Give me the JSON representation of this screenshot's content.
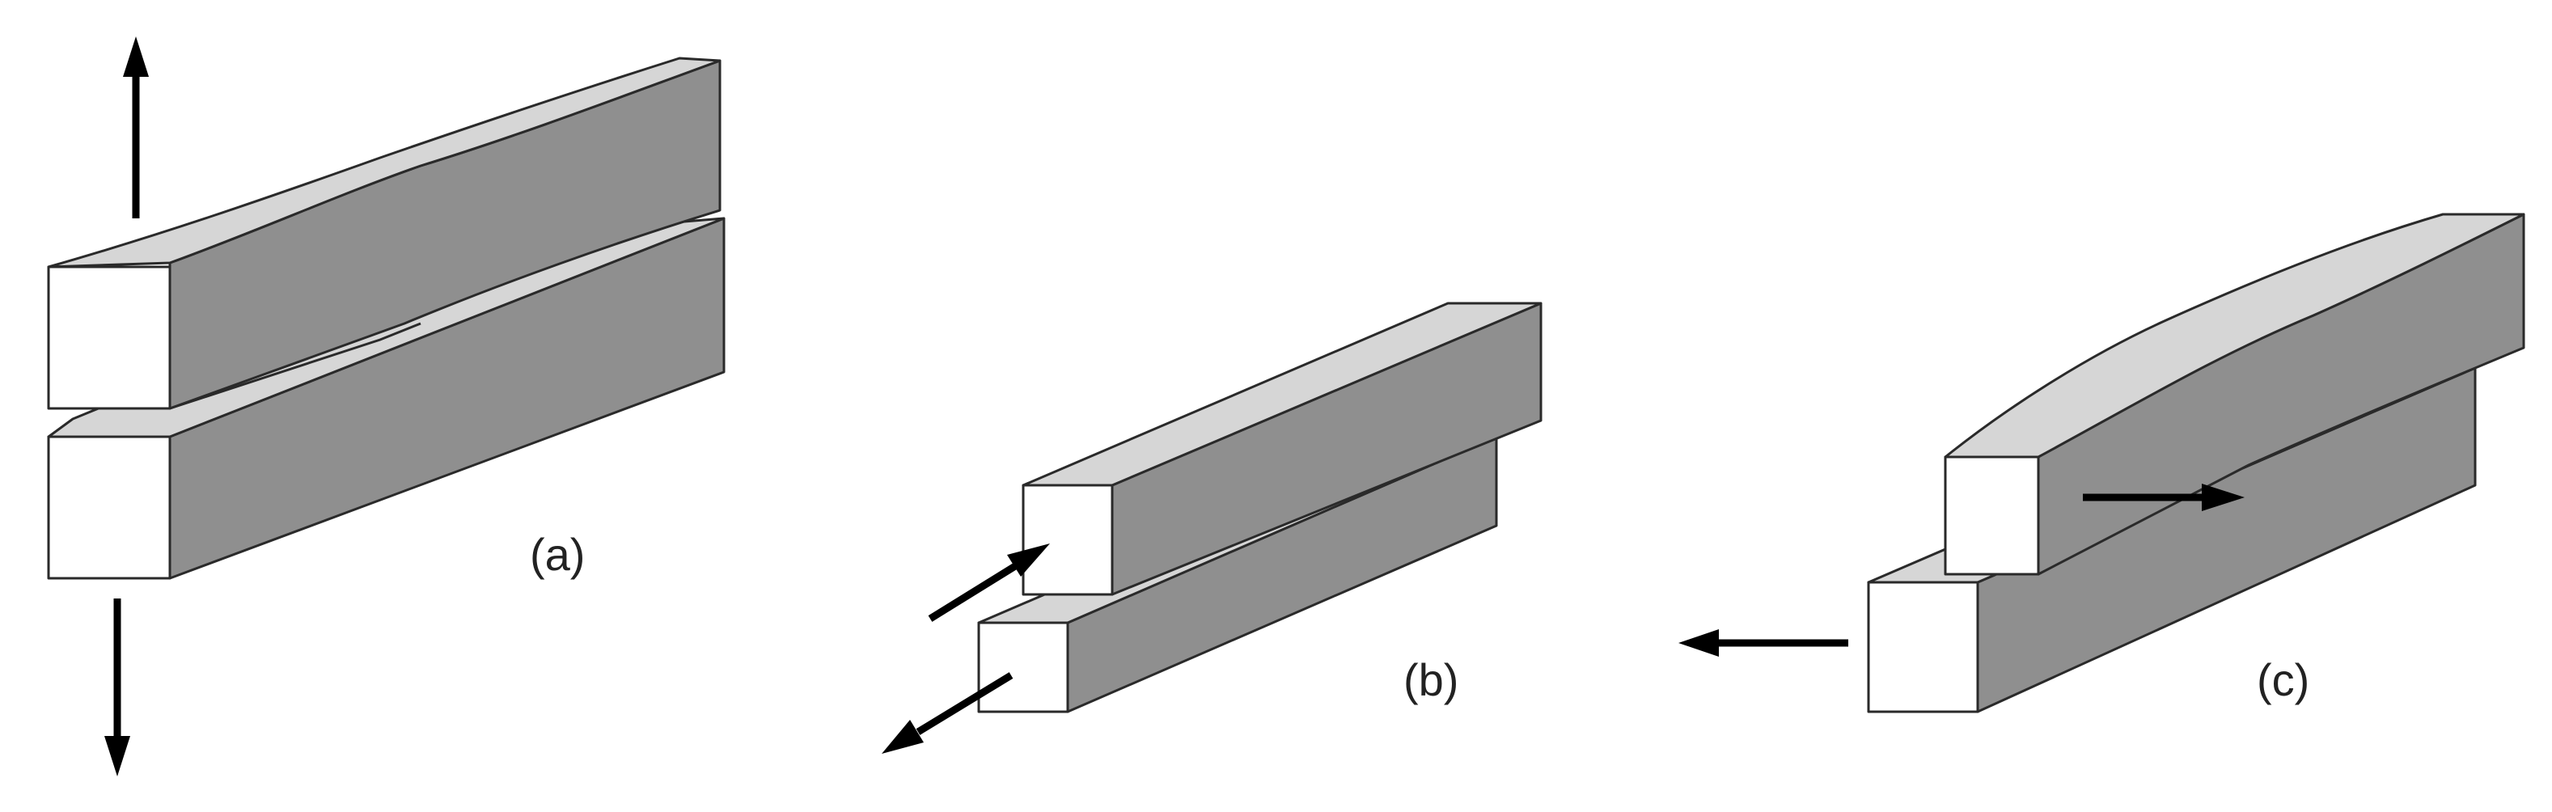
{
  "panels": {
    "a": {
      "label": "(a)"
    },
    "b": {
      "label": "(b)"
    },
    "c": {
      "label": "(c)"
    }
  },
  "colors": {
    "front_face": "#ffffff",
    "top_face": "#d6d6d6",
    "side_face": "#8f8f8f",
    "outline": "#2a2a2a",
    "arrow": "#000000"
  }
}
